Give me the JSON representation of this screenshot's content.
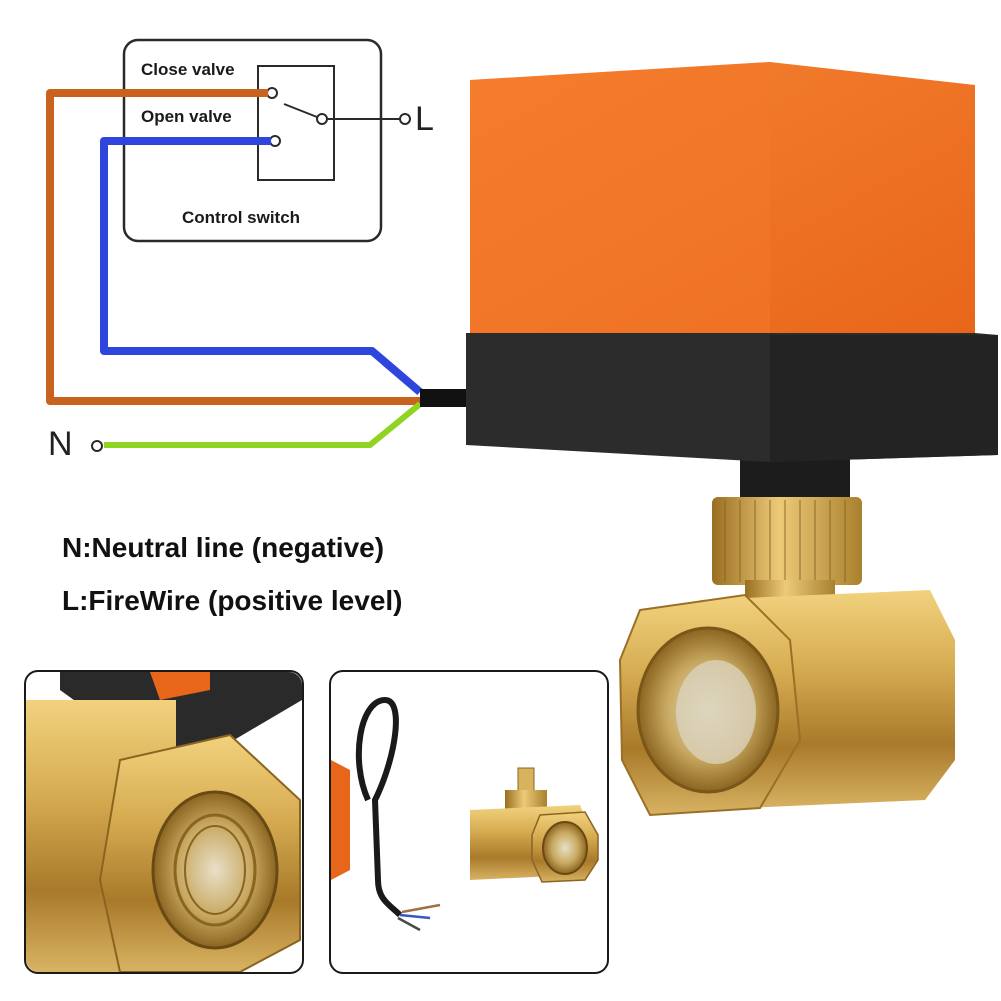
{
  "switch_box": {
    "close_label": "Close valve",
    "open_label": "Open valve",
    "title": "Control switch"
  },
  "terminals": {
    "live": "L",
    "neutral": "N"
  },
  "legend": {
    "neutral": "N:Neutral line (negative)",
    "live": "L:FireWire (positive level)"
  },
  "colors": {
    "close_wire": "#c8621e",
    "open_wire": "#2f46dc",
    "neutral_wire": "#8fd420",
    "actuator_top": "#f07424",
    "actuator_base": "#2c2c2c",
    "brass": "#c9a04c"
  },
  "icons": {
    "actuator": "valve-actuator-icon",
    "ball_valve": "ball-valve-icon"
  }
}
